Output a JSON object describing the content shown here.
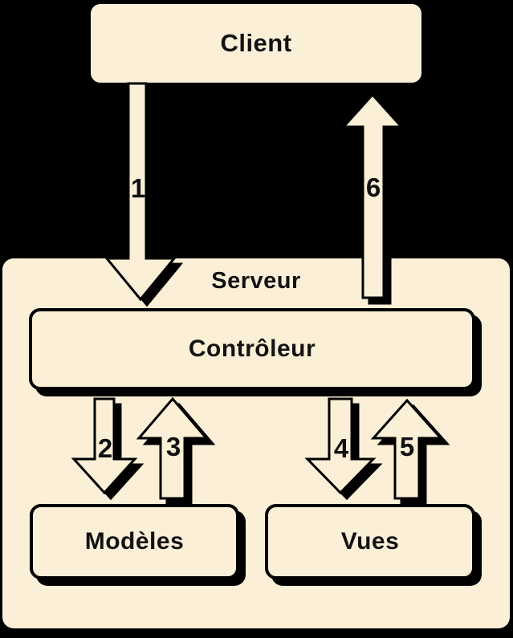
{
  "page": {
    "background_color": "#000000"
  },
  "diagram": {
    "type": "mvc-flow-diagram",
    "colors": {
      "box_fill": "#FBF0D7",
      "outline": "#000000",
      "text": "#121212"
    },
    "server_group": {
      "label": "Serveur"
    },
    "nodes": {
      "client": {
        "label": "Client"
      },
      "controller": {
        "label": "Contrôleur"
      },
      "models": {
        "label": "Modèles"
      },
      "views": {
        "label": "Vues"
      }
    },
    "arrows": [
      {
        "label": "1",
        "from": "Client",
        "to": "Contrôleur",
        "direction": "down"
      },
      {
        "label": "2",
        "from": "Contrôleur",
        "to": "Modèles",
        "direction": "down"
      },
      {
        "label": "3",
        "from": "Modèles",
        "to": "Contrôleur",
        "direction": "up"
      },
      {
        "label": "4",
        "from": "Contrôleur",
        "to": "Vues",
        "direction": "down"
      },
      {
        "label": "5",
        "from": "Vues",
        "to": "Contrôleur",
        "direction": "up"
      },
      {
        "label": "6",
        "from": "Contrôleur",
        "to": "Client",
        "direction": "up"
      }
    ]
  }
}
